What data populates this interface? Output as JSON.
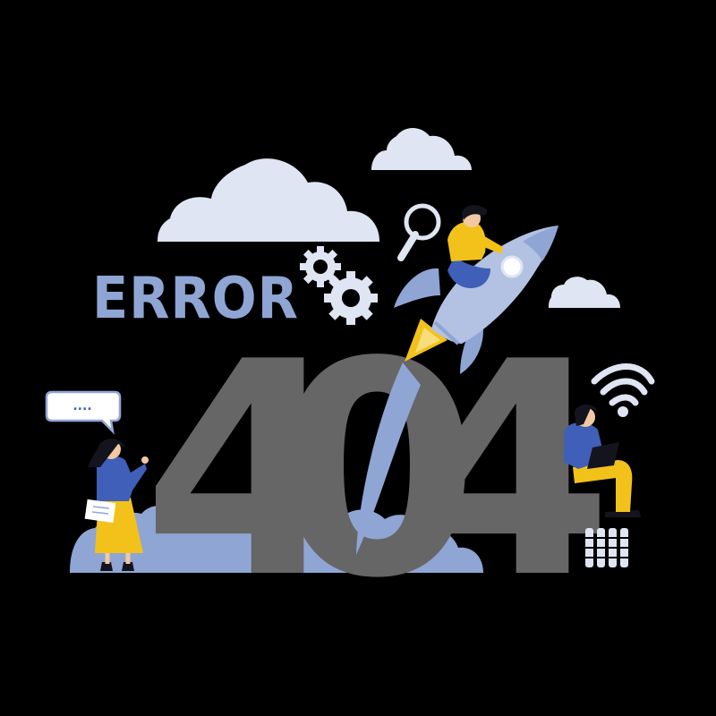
{
  "illustration": {
    "headline": "ERROR",
    "code": {
      "first": "4",
      "middle": "0",
      "last": "4"
    },
    "speech_bubble_text": "....",
    "colors": {
      "background": "#000000",
      "cloud_light": "#dfe5f2",
      "accent_blue": "#8fa5d4",
      "digits_gray": "#666666",
      "figure_yellow": "#f2c21b",
      "figure_blue": "#3f5fb8",
      "hair_dark": "#14141e"
    },
    "icons": [
      "cloud-icon",
      "magnifier-icon",
      "gear-icon",
      "rocket-icon",
      "wifi-icon",
      "speech-bubble-icon",
      "server-rack-icon"
    ]
  }
}
